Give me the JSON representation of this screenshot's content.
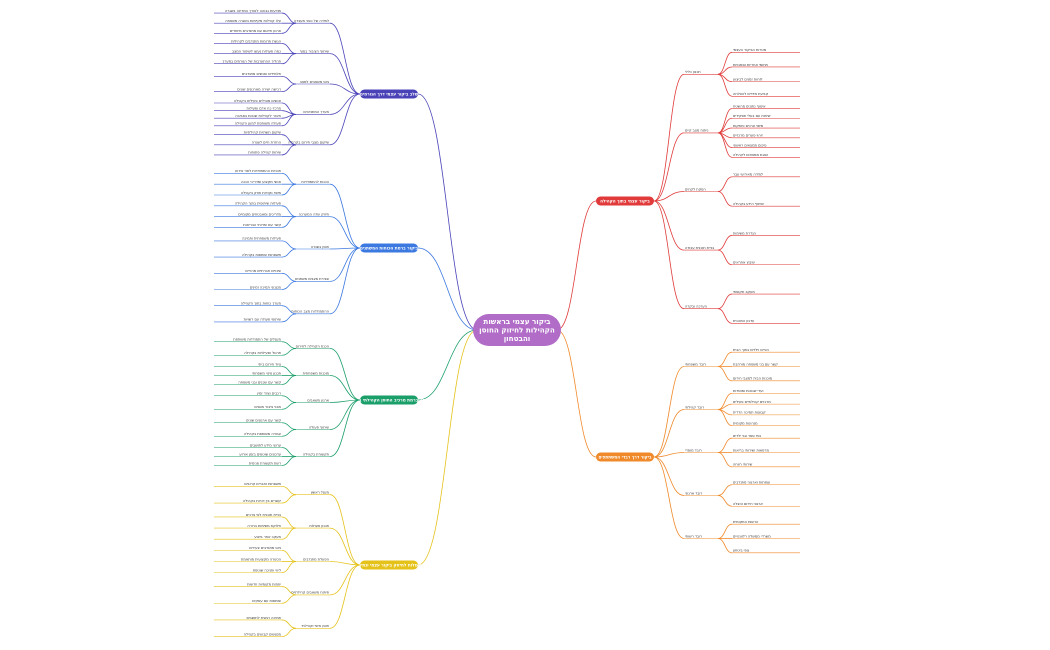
{
  "root": {
    "text": [
      "ביקור עצמי בראשות",
      "הקהילות לחיזוק החוסן",
      "והבטחון"
    ],
    "color": "#b06cc7"
  },
  "branches": [
    {
      "title": "שלב ביקור עצמי דרך הגורמים",
      "color": "#4a43b8",
      "children": [
        {
          "label": "למידה של כפני מעבדה",
          "leaves": [
            "מודעות גבוהה לאורך המדינה בשגרה",
            "עלו קהילות מקיימות בשגרה משפחה",
            "ארגון תיאום עם מתנדבים מיוחדים"
          ]
        },
        {
          "label": "שיתוף הציבור בסוף",
          "leaves": [
            "הגשת תרומות מתנדבים לקהילות",
            "כמה פעולות נעשו לשיפור המצב",
            "תהליך ההתערבות של הגורמים במערך"
          ]
        },
        {
          "label": "גיוס משאבים למצב",
          "leaves": [
            "תלמידים ואנשים מתנדבים",
            "רכישה ישירה מארגונים שונים"
          ]
        },
        {
          "label": "מערך המתנדבים",
          "leaves": [
            "אנשים מובילים פעילים בקהילה",
            "מרכזי כח אדם ופעילות",
            "חיבור לקהילות שכנות בסביבה",
            "פעולה משותפת למען הקהילה"
          ]
        },
        {
          "label": "שיקום מצבי חירום בקהילה",
          "leaves": [
            "שיקום תשתיות קהילתיות",
            "החזרת חיים לשגרה",
            "שיחות קהילה פתוחות"
          ]
        }
      ]
    },
    {
      "title": "ביקור ברמת הכוחות המשתנים",
      "color": "#3b78e0",
      "children": [
        {
          "label": "הכנות להתמודדות",
          "leaves": [
            "תכניות ההתמודדות לפני אירוע",
            "אנשי מקצוע ומדריכי הכנה",
            "מיפוי נקודות חוזק בקהילה"
          ]
        },
        {
          "label": "חיזוק שדה המערכה",
          "leaves": [
            "פעילות שיתופית בתוך הקהילה",
            "מדריכים ומאבטחים מקומיים",
            "קשר עם שירותי הבריאות"
          ]
        },
        {
          "label": "חוסן בשגרה",
          "leaves": [
            "פעילות משפחתית ותמיכה",
            "משפחות שותפות בקהילה"
          ]
        },
        {
          "label": "שבירת מצבים משתנים",
          "leaves": [
            "שינויים חברתיים מהירים",
            "מנגנוני תמיכה זמינים"
          ]
        },
        {
          "label": "ההתמודדות מצב הכוחות",
          "leaves": [
            "מערך כוחות בתוך הקהילה",
            "שיתופי פעולה עם רשויות"
          ]
        }
      ]
    },
    {
      "title": "בחירה ברמת מרכיב החוסן הקהילתי בקהילה",
      "color": "#1a9e6a",
      "children": [
        {
          "label": "הכנת הקהילה לחירום",
          "leaves": [
            "מעגלים של התמודדות משותפת",
            "תרגול ופעילויות בקהילה"
          ]
        },
        {
          "label": "מוכנות משפחתית",
          "leaves": [
            "ציוד חירום ביתי",
            "תכנון פינוי משפחתי",
            "קשר עם שכנים ובני משפחה"
          ]
        },
        {
          "label": "ארגון משאבים",
          "leaves": [
            "רכבים וציוד זמין",
            "מבני ציבור מוגנים"
          ]
        },
        {
          "label": "שיתוף פעולה",
          "leaves": [
            "קשר עם ארגונים שונים",
            "עבודה משותפת בקהילה"
          ]
        },
        {
          "label": "תקשורת בקהילה",
          "leaves": [
            "ערוצי מידע לתושבים",
            "עדכונים שוטפים בזמן אירוע",
            "רשת תקשורת פנימית"
          ]
        }
      ]
    },
    {
      "title": "פעולות לחיזוק ביקור עצמי ונתינה",
      "color": "#e5c21a",
      "children": [
        {
          "label": "מעגל ראשון",
          "leaves": [
            "משפחות וחברים קרובים",
            "קשרים בין דורות בקהילה"
          ]
        },
        {
          "label": "תכנון פעולות",
          "leaves": [
            "בניית תוכנית לפי צרכים",
            "חלוקת משימות ברורה",
            "מעקב אחר ביצוע"
          ]
        },
        {
          "label": "הפעלת מתנדבים",
          "leaves": [
            "גיוס מתנדבים צעירים",
            "הכשרה מקצועית מותאמת",
            "ליווי וחניכה שוטפת"
          ]
        },
        {
          "label": "פיתוח משאבים קהילתיים",
          "leaves": [
            "יוזמות מקומיות חדשות",
            "שותפות עם עסקים"
          ]
        },
        {
          "label": "חוסן אישי וקהילתי",
          "leaves": [
            "תמיכה רגשית לתושבים",
            "מפגשים קבועים בקהילה"
          ]
        }
      ]
    },
    {
      "title": "ביקור עצמי בתוך הקהילה",
      "color": "#e03a3a",
      "children": [
        {
          "label": "תכנון כללי",
          "leaves": [
            "מטרות הביקור העצמי",
            "תחומי אחריות וסמכויות",
            "לוחות זמנים לביצוע",
            "קביעת מדדים להצלחה"
          ]
        },
        {
          "label": "ניתוח מצב קיים",
          "leaves": [
            "איסוף נתונים מהשטח",
            "שיחות עם בעלי תפקידים",
            "מיפוי צרכים וחוזקות",
            "זיהוי פערים מרכזיים",
            "סיכום ממצאים ראשוני",
            "הצגת ממצאים לקהילה"
          ]
        },
        {
          "label": "הפקת לקחים",
          "leaves": [
            "למידה מאירועי עבר",
            "שיתוף הידע בקהילה"
          ]
        },
        {
          "label": "בניית תוכנית עבודה",
          "leaves": [
            "הגדרת משימות",
            "שיבוץ אחראים"
          ]
        },
        {
          "label": "הערכה ובקרה",
          "leaves": [
            "מעקב תקופתי",
            "עדכון התוכנית"
          ]
        }
      ]
    },
    {
      "title": "ביקור דרך רבדי המשתתפים",
      "color": "#f0892a",
      "children": [
        {
          "label": "רובד משפחתי",
          "leaves": [
            "הורים וילדים בתוך הבית",
            "קשר עם בני משפחה מורחבת",
            "מוכנות הבית למצבי חירום"
          ]
        },
        {
          "label": "רובד קהילתי",
          "leaves": [
            "ועדי שכונות ומוסדות",
            "מרכזים קהילתיים פעילים",
            "קבוצות תמיכה הדדית",
            "מנהיגות מקומית"
          ]
        },
        {
          "label": "רובד מוסדי",
          "leaves": [
            "בתי ספר וגני ילדים",
            "מרפאות ושירותי בריאות",
            "שירותי רווחה"
          ]
        },
        {
          "label": "רובד ארגוני",
          "leaves": [
            "עמותות וארגוני מתנדבים",
            "ארגוני חירום והצלה"
          ]
        },
        {
          "label": "רובד רשותי",
          "leaves": [
            "הרשות המקומית",
            "משרדי ממשלה רלוונטיים",
            "גופי ביטחון"
          ]
        }
      ]
    }
  ]
}
